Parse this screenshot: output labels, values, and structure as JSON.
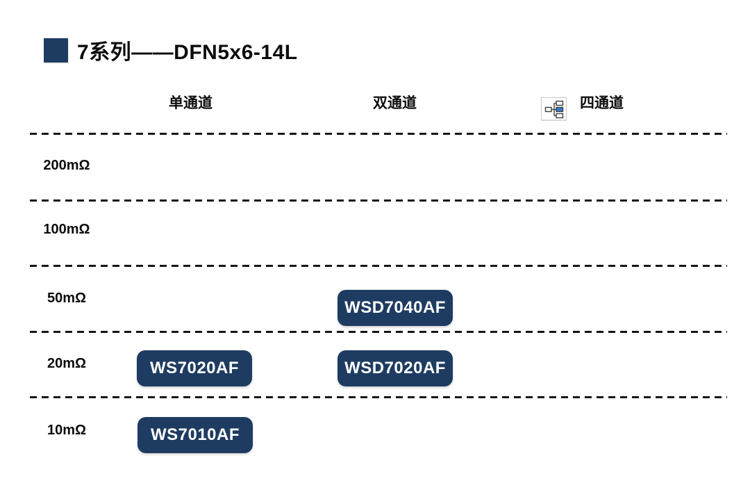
{
  "title": {
    "text": "7系列——DFN5x6-14L"
  },
  "colors": {
    "navy": "#1E3C61",
    "dash_line": "#161616",
    "icon_blue": "#2E7CD6",
    "icon_border": "#C8C8C8",
    "badge_text": "#FFFFFF",
    "background": "#FFFFFF"
  },
  "columns": [
    {
      "label": "单通道"
    },
    {
      "label": "双通道"
    },
    {
      "label": "四通道",
      "icon": "org-chart-placeholder-icon"
    }
  ],
  "rows": [
    {
      "label": "200mΩ"
    },
    {
      "label": "100mΩ"
    },
    {
      "label": "50mΩ"
    },
    {
      "label": "20mΩ"
    },
    {
      "label": "10mΩ"
    }
  ],
  "parts": [
    {
      "name": "WSD7040AF",
      "row": "50mΩ",
      "column": "双通道"
    },
    {
      "name": "WS7020AF",
      "row": "20mΩ",
      "column": "单通道"
    },
    {
      "name": "WSD7020AF",
      "row": "20mΩ",
      "column": "双通道"
    },
    {
      "name": "WS7010AF",
      "row": "10mΩ",
      "column": "单通道"
    }
  ],
  "chart_data": {
    "type": "table",
    "title": "7系列——DFN5x6-14L",
    "columns": [
      "单通道",
      "双通道",
      "四通道"
    ],
    "rows": [
      "200mΩ",
      "100mΩ",
      "50mΩ",
      "20mΩ",
      "10mΩ"
    ],
    "cells": [
      {
        "row": "50mΩ",
        "column": "双通道",
        "value": "WSD7040AF"
      },
      {
        "row": "20mΩ",
        "column": "单通道",
        "value": "WS7020AF"
      },
      {
        "row": "20mΩ",
        "column": "双通道",
        "value": "WSD7020AF"
      },
      {
        "row": "10mΩ",
        "column": "单通道",
        "value": "WS7010AF"
      }
    ],
    "layout": {
      "grid": "dashed horizontal separators between resistance rows",
      "legend": "none"
    }
  }
}
